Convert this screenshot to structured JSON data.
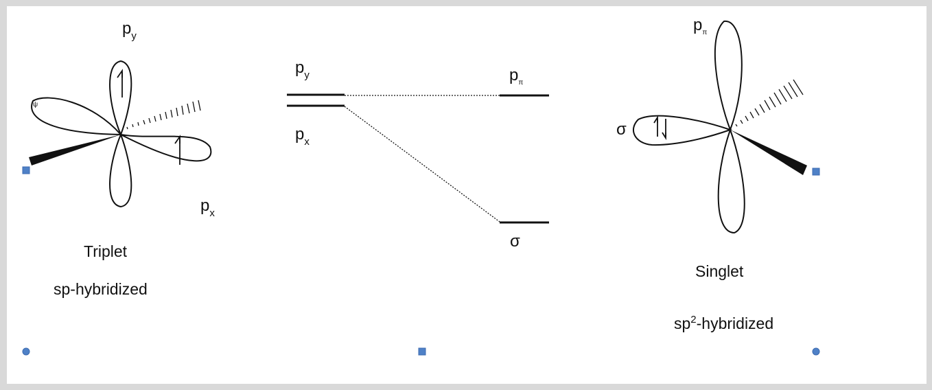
{
  "triplet": {
    "py_letter": "p",
    "py_sub": "y",
    "px_letter": "p",
    "px_sub": "x",
    "name": "Triplet",
    "hybrid": "sp-hybridized"
  },
  "levels": {
    "left_top_letter": "p",
    "left_top_sub": "y",
    "left_bottom_letter": "p",
    "left_bottom_sub": "x",
    "right_top_letter": "p",
    "right_top_sub": "π",
    "right_bottom": "σ"
  },
  "singlet": {
    "ppi_letter": "p",
    "ppi_sub": "π",
    "sigma": "σ",
    "name": "Singlet",
    "hybrid_prefix": "sp",
    "hybrid_sup": "2",
    "hybrid_suffix": "-hybridized"
  },
  "colors": {
    "ink": "#111111",
    "handle": "#4f81c7",
    "frame": "#d9d9d9"
  }
}
